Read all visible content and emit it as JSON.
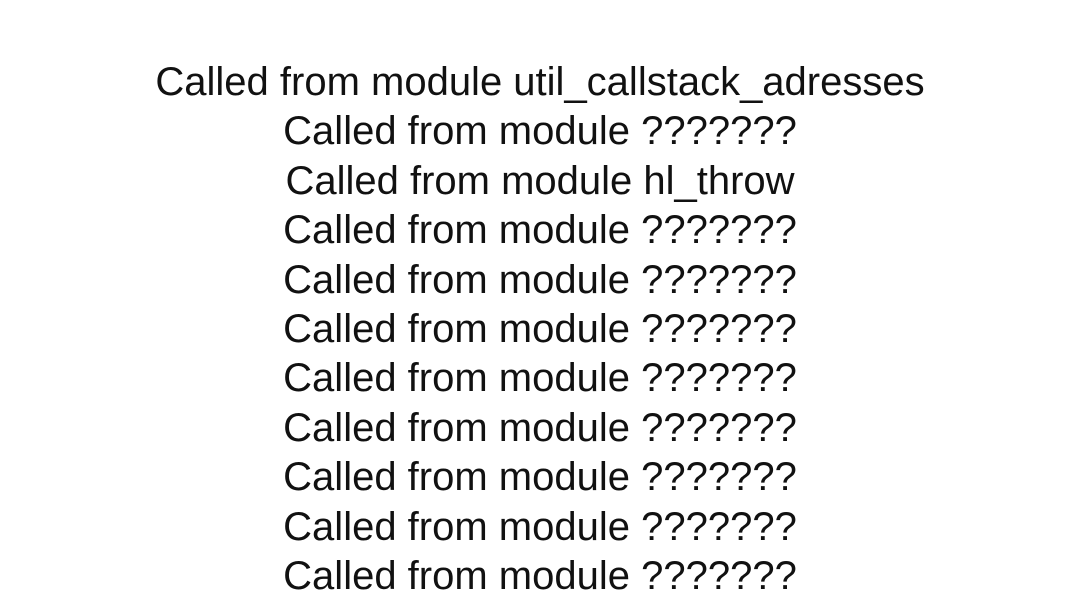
{
  "callstack": {
    "lines": [
      "Called from module util_callstack_adresses",
      "Called from module ???????",
      "Called from module hl_throw",
      "Called from module ???????",
      "Called from module ???????",
      "Called from module ???????",
      "Called from module ???????",
      "Called from module ???????",
      "Called from module ???????",
      "Called from module ???????",
      "Called from module ???????"
    ]
  }
}
